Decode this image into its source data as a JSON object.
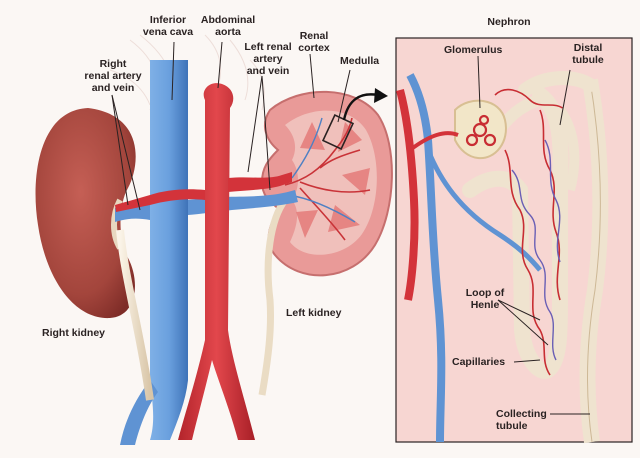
{
  "labels": {
    "inferior_vena_cava": "Inferior\nvena cava",
    "abdominal_aorta": "Abdominal\naorta",
    "left_renal_artery_vein": "Left renal\nartery\nand vein",
    "renal_cortex": "Renal\ncortex",
    "medulla": "Medulla",
    "right_renal_artery_vein": "Right\nrenal artery\nand vein",
    "right_kidney": "Right kidney",
    "left_kidney": "Left kidney",
    "nephron": "Nephron",
    "glomerulus": "Glomerulus",
    "distal_tubule": "Distal\ntubule",
    "loop_of_henle": "Loop of\nHenle",
    "capillaries": "Capillaries",
    "collecting_tubule": "Collecting\ntubule"
  },
  "colors": {
    "background": "#fbf7f4",
    "kidney": "#a3453c",
    "cortex": "#e99a98",
    "medulla": "#f0c0bb",
    "artery": "#d3333a",
    "vein": "#5f93d3",
    "tubule": "#efe3cf",
    "outline": "#2a2222",
    "nephron_panel": "#f7d6d2"
  }
}
